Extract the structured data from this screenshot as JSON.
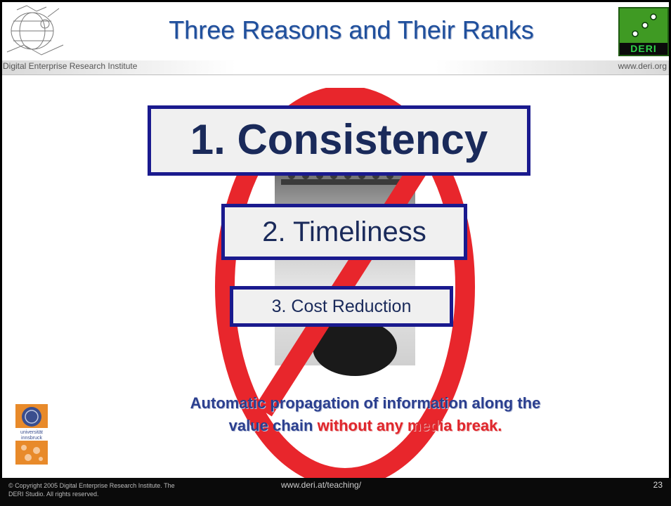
{
  "header": {
    "title": "Three Reasons and Their Ranks",
    "institute": "Digital Enterprise Research Institute",
    "website": "www.deri.org",
    "logo_text": "DERI"
  },
  "content": {
    "rank1": "1. Consistency",
    "rank2": "2. Timeliness",
    "rank3": "3. Cost Reduction",
    "tagline_line1": "Automatic propagation of information along the",
    "tagline_line2_blue": "value chain",
    "tagline_line2_red": "without any media break."
  },
  "logos": {
    "university": "universität innsbruck"
  },
  "footer": {
    "copyright": "© Copyright 2005 Digital Enterprise Research Institute. The DERI Studio. All rights reserved.",
    "url": "www.deri.at/teaching/",
    "page_number": "23"
  },
  "colors": {
    "title": "#1f4f9c",
    "box_border": "#1a1a8e",
    "prohibition": "#e8262c",
    "tagline_blue": "#2b3f8f",
    "tagline_red": "#e0262c"
  }
}
